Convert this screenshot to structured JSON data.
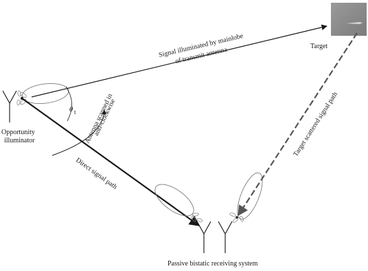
{
  "labels": {
    "signal_mainlobe_line1": "Signal illuminated by mainlobe",
    "signal_mainlobe_line2": "of transmit antenna",
    "target": "Target",
    "theta_symbol": "θ",
    "theta_subscript": "t",
    "antenna_scanned_line1": "Antenna scanned in",
    "antenna_scanned_line2": "anti-clockwise",
    "illuminator_line1": "Opportunity",
    "illuminator_line2": "illuminator",
    "direct_path": "Direct signal path",
    "scattered_path": "Target scattered signal path",
    "receiving_system": "Passive bistatic receiving system"
  },
  "colors": {
    "line": "#1a1a1a",
    "lobe": "#7a7a7a",
    "dashed": "#555555",
    "target_box": "#8a8a8a"
  }
}
